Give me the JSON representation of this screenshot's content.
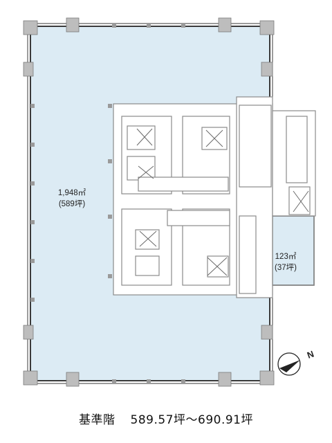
{
  "plan": {
    "main_office": {
      "area": "1,948㎡",
      "tsubo": "(589坪)"
    },
    "sub_office": {
      "area": "123㎡",
      "tsubo": "(37坪)"
    },
    "compass": {
      "label": "N"
    },
    "colors": {
      "office_fill": "#dcebf4",
      "wall": "#3a3a3a",
      "core": "#8a8a8a",
      "pillar": "#bdbdbd"
    }
  },
  "caption": {
    "floor": "基準階",
    "range": "589.57坪～690.91坪"
  }
}
